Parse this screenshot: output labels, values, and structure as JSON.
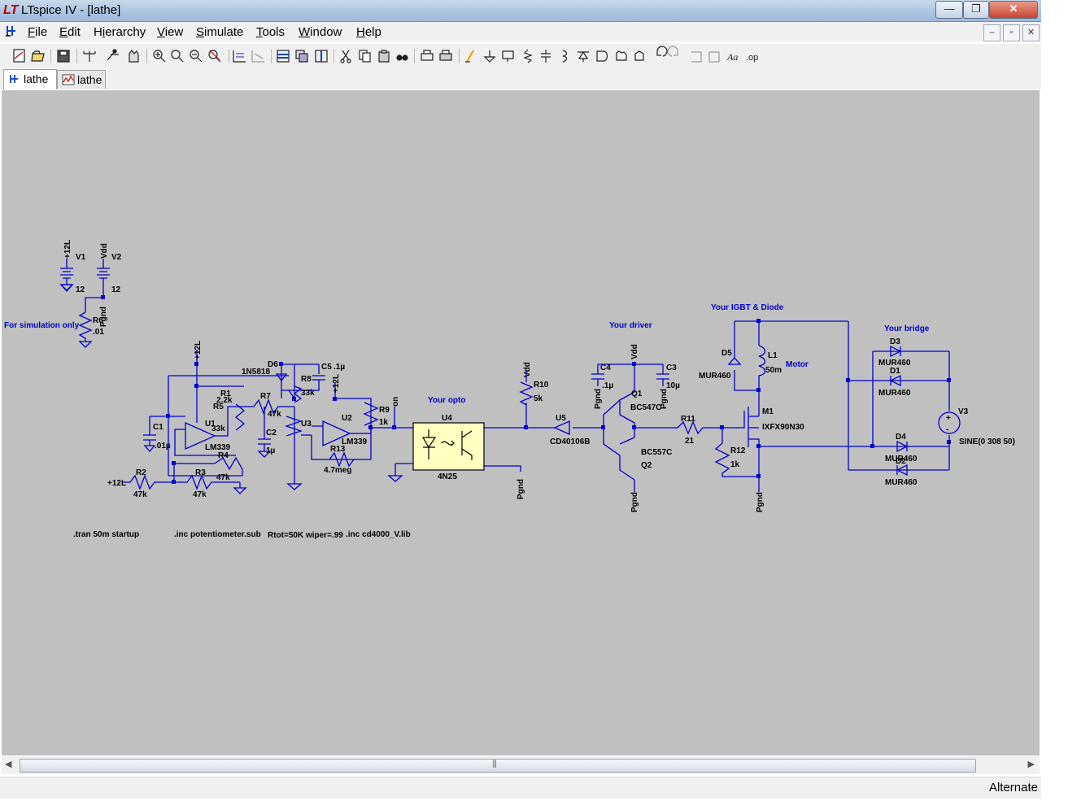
{
  "window": {
    "title": "LTspice IV - [lathe]",
    "controls": {
      "minimize": "—",
      "restore": "❐",
      "close": "✕"
    }
  },
  "menu": [
    "File",
    "Edit",
    "Hierarchy",
    "View",
    "Simulate",
    "Tools",
    "Window",
    "Help"
  ],
  "menu_underline": [
    "F",
    "E",
    "i",
    "V",
    "S",
    "T",
    "W",
    "H"
  ],
  "mdi_controls": {
    "minimize": "–",
    "restore": "▫",
    "close": "✕"
  },
  "toolbar_icons": [
    "new-schematic-icon",
    "open-icon",
    "save-icon",
    "control-panel-icon",
    "run-icon",
    "halt-icon",
    "zoom-in-icon",
    "zoom-full-icon",
    "zoom-out-icon",
    "zoom-cancel-icon",
    "autorange-icon",
    "grid-icon",
    "tile-horizontal-icon",
    "cascade-icon",
    "tile-vertical-icon",
    "cut-icon",
    "copy-icon",
    "paste-icon",
    "find-icon",
    "print-setup-icon",
    "print-icon",
    "wire-icon",
    "ground-icon",
    "label-net-icon",
    "resistor-icon",
    "capacitor-icon",
    "inductor-icon",
    "diode-icon",
    "component-icon",
    "move-icon",
    "drag-icon",
    "undo-icon",
    "redo-icon",
    "rotate-icon",
    "mirror-icon",
    "text-icon",
    "spice-directive-icon"
  ],
  "tabs": [
    {
      "label": "lathe",
      "kind": "schematic",
      "active": true
    },
    {
      "label": "lathe",
      "kind": "waveform",
      "active": false
    }
  ],
  "schematic": {
    "components": {
      "V1": {
        "name": "V1",
        "value": "12",
        "net": "+12L"
      },
      "V2": {
        "name": "V2",
        "value": "12",
        "net": "Vdd"
      },
      "R6": {
        "name": "R6",
        "value": ".01",
        "net": "Pgnd"
      },
      "R1": {
        "name": "R1",
        "value": "2.2k"
      },
      "R5": {
        "name": "R5",
        "value": "33k"
      },
      "R4": {
        "name": "R4",
        "value": "47k"
      },
      "R2": {
        "name": "R2",
        "value": "47k"
      },
      "R3": {
        "name": "R3",
        "value": "47k"
      },
      "R7": {
        "name": "R7",
        "value": "47k"
      },
      "R8": {
        "name": "R8",
        "value": "33k"
      },
      "R9": {
        "name": "R9",
        "value": "1k"
      },
      "R10": {
        "name": "R10",
        "value": "5k"
      },
      "R11": {
        "name": "R11",
        "value": "21"
      },
      "R12": {
        "name": "R12",
        "value": "1k"
      },
      "R13": {
        "name": "R13",
        "value": "4.7meg"
      },
      "C1": {
        "name": "C1",
        "value": ".01µ"
      },
      "C2": {
        "name": "C2",
        "value": "1µ"
      },
      "C3": {
        "name": "C3",
        "value": "10µ"
      },
      "C4": {
        "name": "C4",
        "value": ".1µ"
      },
      "C5": {
        "name": "C5",
        "value": ".1µ"
      },
      "D6": {
        "name": "D6",
        "value": "1N5818"
      },
      "U1": {
        "name": "U1",
        "value": "LM339"
      },
      "U2": {
        "name": "U2",
        "value": "LM339"
      },
      "U3": {
        "name": "U3"
      },
      "U4": {
        "name": "U4",
        "value": "4N25"
      },
      "U5": {
        "name": "U5",
        "value": "CD40106B"
      },
      "Q1": {
        "name": "Q1",
        "value": "BC547C"
      },
      "Q2": {
        "name": "Q2",
        "value": "BC557C"
      },
      "M1": {
        "name": "M1",
        "value": "IXFX90N30"
      },
      "D5": {
        "name": "D5",
        "value": "MUR460"
      },
      "L1": {
        "name": "L1",
        "value": "50m"
      },
      "D1": {
        "name": "D1",
        "value": "MUR460"
      },
      "D2": {
        "name": "D2",
        "value": "MUR460"
      },
      "D3": {
        "name": "D3",
        "value": "MUR460"
      },
      "D4": {
        "name": "D4",
        "value": "MUR460"
      },
      "V3": {
        "name": "V3",
        "value": "SINE(0 308 50)"
      }
    },
    "nets": {
      "plus12L": "+12L",
      "vdd": "Vdd",
      "pgnd": "Pgnd",
      "on": "on"
    },
    "comments": {
      "sim_only": "For simulation only",
      "opto": "Your opto",
      "driver": "Your driver",
      "igbt": "Your IGBT & Diode",
      "bridge": "Your bridge",
      "motor": "Motor"
    },
    "directives": {
      "tran": ".tran 50m startup",
      "inc_pot": ".inc potentiometer.sub",
      "rtot": "Rtot=50K wiper=.99",
      "inc_lib": ".inc cd4000_V.lib"
    }
  },
  "scrollbar": {
    "grip": "|||",
    "left": "◀",
    "right": "▶"
  },
  "status": {
    "mode": "Alternate"
  }
}
